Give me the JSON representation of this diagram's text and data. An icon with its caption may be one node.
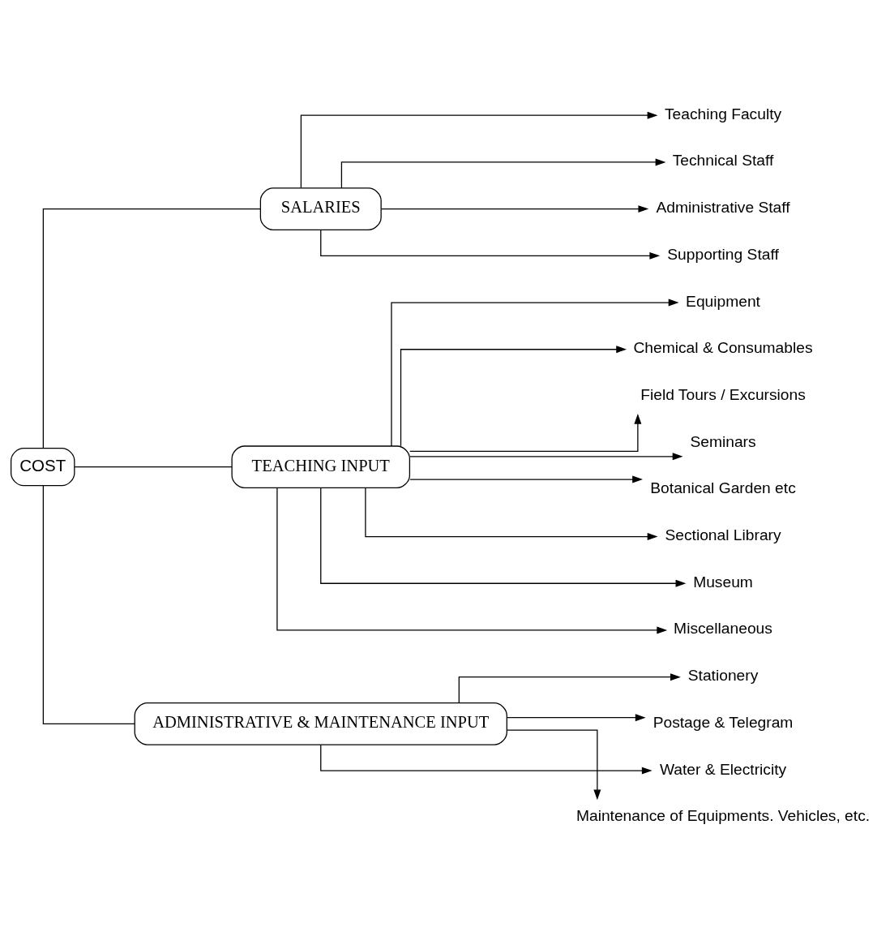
{
  "diagram": {
    "nodes": [
      {
        "text": [
          "COST"
        ]
      },
      {
        "text": [
          "SALARIES"
        ]
      },
      {
        "text": [
          "TEACHING INPUT"
        ]
      },
      {
        "text": [
          "ADMINISTRATIVE & MAINTENANCE INPUT"
        ]
      },
      {
        "text": [
          "Teaching Faculty"
        ]
      },
      {
        "text": [
          "Technical Staff"
        ]
      },
      {
        "text": [
          "Administrative Staff"
        ]
      },
      {
        "text": [
          "Supporting Staff"
        ]
      },
      {
        "text": [
          "Equipment"
        ]
      },
      {
        "text": [
          "Chemical & Consumables"
        ]
      },
      {
        "text": [
          "Field Tours / Excursions"
        ]
      },
      {
        "text": [
          "Seminars"
        ]
      },
      {
        "text": [
          "Botanical Garden etc"
        ]
      },
      {
        "text": [
          "Sectional Library"
        ]
      },
      {
        "text": [
          "Museum"
        ]
      },
      {
        "text": [
          "Miscellaneous"
        ]
      },
      {
        "text": [
          "Stationery"
        ]
      },
      {
        "text": [
          "Postage & Telegram"
        ]
      },
      {
        "text": [
          "Water & Electricity"
        ]
      },
      {
        "text": [
          "Maintenance of Equipments. Vehicles, etc."
        ]
      }
    ],
    "edges": [
      {
        "from": 0,
        "to": 1,
        "arrow": "none"
      },
      {
        "from": 0,
        "to": 2,
        "arrow": "none"
      },
      {
        "from": 0,
        "to": 3,
        "arrow": "none"
      },
      {
        "from": 1,
        "to": 4,
        "arrow": "to"
      },
      {
        "from": 1,
        "to": 5,
        "arrow": "to"
      },
      {
        "from": 1,
        "to": 6,
        "arrow": "to"
      },
      {
        "from": 1,
        "to": 7,
        "arrow": "to"
      },
      {
        "from": 2,
        "to": 8,
        "arrow": "to"
      },
      {
        "from": 2,
        "to": 9,
        "arrow": "to"
      },
      {
        "from": 2,
        "to": 10,
        "arrow": "to"
      },
      {
        "from": 2,
        "to": 11,
        "arrow": "to"
      },
      {
        "from": 2,
        "to": 12,
        "arrow": "to"
      },
      {
        "from": 2,
        "to": 13,
        "arrow": "to"
      },
      {
        "from": 2,
        "to": 14,
        "arrow": "to"
      },
      {
        "from": 2,
        "to": 15,
        "arrow": "to"
      },
      {
        "from": 3,
        "to": 16,
        "arrow": "to"
      },
      {
        "from": 3,
        "to": 17,
        "arrow": "to"
      },
      {
        "from": 3,
        "to": 18,
        "arrow": "to"
      },
      {
        "from": 3,
        "to": 19,
        "arrow": "to"
      }
    ]
  }
}
